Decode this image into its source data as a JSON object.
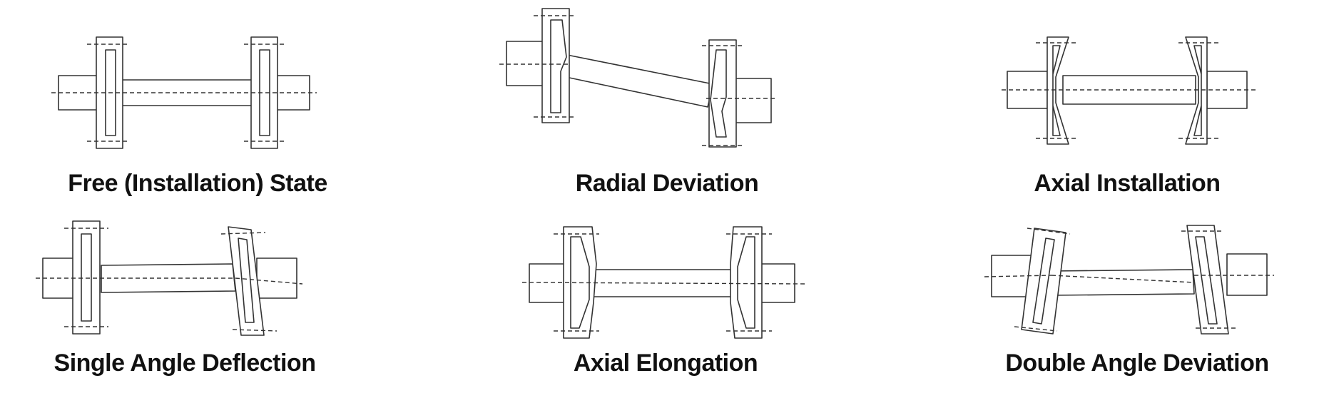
{
  "diagrams": [
    {
      "id": "free",
      "label": "Free (Installation) State"
    },
    {
      "id": "radial",
      "label": "Radial Deviation"
    },
    {
      "id": "axial-install",
      "label": "Axial Installation"
    },
    {
      "id": "single-angle",
      "label": "Single Angle Deflection"
    },
    {
      "id": "axial-elong",
      "label": "Axial Elongation"
    },
    {
      "id": "double-angle",
      "label": "Double Angle Deviation"
    }
  ]
}
